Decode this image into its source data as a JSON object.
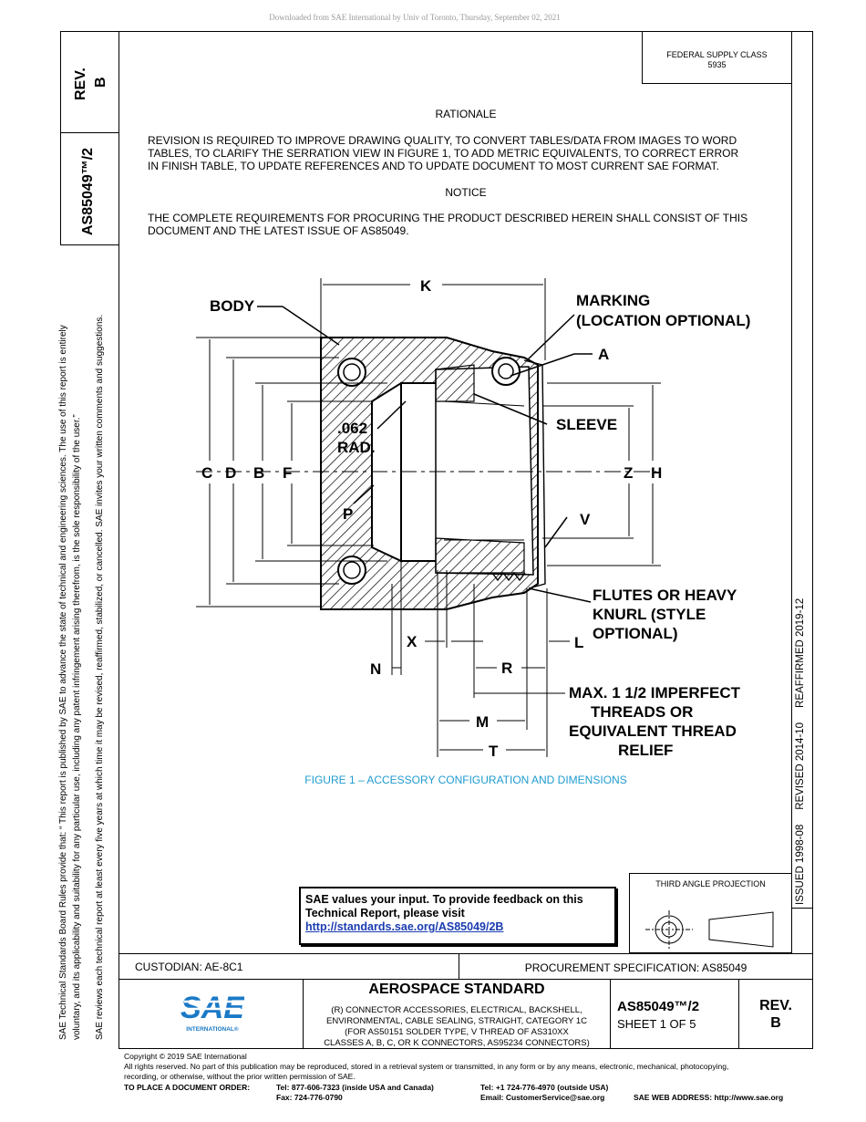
{
  "download_note": "Downloaded from SAE International by Univ of Toronto, Thursday, September 02, 2021",
  "rev_side": {
    "label": "REV.",
    "value": "B"
  },
  "doc_number_side": "AS85049™/2",
  "federal_supply": {
    "label": "FEDERAL SUPPLY CLASS",
    "value": "5935"
  },
  "rationale": {
    "heading": "RATIONALE",
    "lines": [
      "REVISION IS REQUIRED TO IMPROVE DRAWING QUALITY, TO CONVERT TABLES/DATA FROM IMAGES TO WORD",
      "TABLES, TO CLARIFY THE SERRATION VIEW IN FIGURE 1, TO ADD METRIC EQUIVALENTS, TO CORRECT ERROR",
      "IN FINISH TABLE, TO UPDATE REFERENCES AND TO UPDATE DOCUMENT TO MOST CURRENT SAE FORMAT."
    ]
  },
  "notice": {
    "heading": "NOTICE",
    "lines": [
      "THE COMPLETE REQUIREMENTS FOR PROCURING THE PRODUCT DESCRIBED HEREIN SHALL CONSIST OF THIS",
      "DOCUMENT AND THE LATEST ISSUE OF AS85049."
    ]
  },
  "figure": {
    "caption": "FIGURE 1 – ACCESSORY CONFIGURATION AND DIMENSIONS",
    "labels": {
      "body": "BODY",
      "k": "K",
      "marking1": "MARKING",
      "marking2": "(LOCATION OPTIONAL)",
      "a": "A",
      "rad1": ".062",
      "rad2": "RAD.",
      "sleeve": "SLEEVE",
      "c": "C",
      "d": "D",
      "b": "B",
      "f": "F",
      "z": "Z",
      "h": "H",
      "p": "P",
      "v": "V",
      "flutes1": "FLUTES OR HEAVY",
      "flutes2": "KNURL (STYLE",
      "flutes3": "OPTIONAL)",
      "x": "X",
      "l": "L",
      "n": "N",
      "r": "R",
      "max1": "MAX. 1 1/2 IMPERFECT",
      "max2": "THREADS OR",
      "max3": "EQUIVALENT THREAD",
      "max4": "RELIEF",
      "m": "M",
      "t": "T"
    }
  },
  "side_note1": "SAE Technical Standards Board Rules provide that: “ This report is published by SAE to advance the state of technical and engineering sciences. The use of this report is entirely",
  "side_note2": "voluntary, and its applicability and suitability for any particular use, including any patent infringement arising therefrom, is the sole responsibility of the user.”",
  "side_note3": "SAE reviews each technical report at least every five years at which time it may be revised, reaffirmed, stabilized, or cancelled. SAE invites your written comments and suggestions.",
  "dates": "ISSUED 1998-08     REVISED 2014-10     REAFFIRMED 2019-12",
  "feedback": {
    "line1": "SAE values your input. To provide feedback on this",
    "line2": "Technical Report, please visit",
    "link": "http://standards.sae.org/AS85049/2B"
  },
  "projection_label": "THIRD ANGLE PROJECTION",
  "custodian": "CUSTODIAN: AE-8C1",
  "procurement": "PROCUREMENT SPECIFICATION: AS85049",
  "title": {
    "main": "AEROSPACE STANDARD",
    "lines": [
      "(R) CONNECTOR ACCESSORIES, ELECTRICAL, BACKSHELL,",
      "ENVIRONMENTAL, CABLE SEALING, STRAIGHT, CATEGORY 1C",
      "(FOR AS50151 SOLDER TYPE, V THREAD OF AS310XX",
      "CLASSES A, B, C, OR K CONNECTORS, AS95234 CONNECTORS)"
    ]
  },
  "doc_block": {
    "number": "AS85049™/2",
    "sheet": "SHEET 1 OF 5"
  },
  "rev_block": {
    "label": "REV.",
    "value": "B"
  },
  "logo": {
    "letters": "SAE",
    "sub": "INTERNATIONAL®"
  },
  "footer": {
    "copyright": "Copyright © 2019 SAE International",
    "rights1": "All rights reserved. No part of this publication may be reproduced, stored in a retrieval system or transmitted, in any form or by any means, electronic, mechanical, photocopying,",
    "rights2": "recording, or otherwise, without the prior written permission of SAE.",
    "order_label": "TO PLACE A DOCUMENT ORDER:",
    "tel1": "Tel: 877-606-7323 (inside USA and Canada)",
    "fax": "Fax: 724-776-0790",
    "tel2": "Tel: +1 724-776-4970 (outside USA)",
    "email": "Email: CustomerService@sae.org",
    "web": "SAE WEB ADDRESS: http://www.sae.org"
  },
  "colors": {
    "caption": "#1f9bcf",
    "logo": "#1a79c6",
    "link": "#1a3cb0"
  }
}
